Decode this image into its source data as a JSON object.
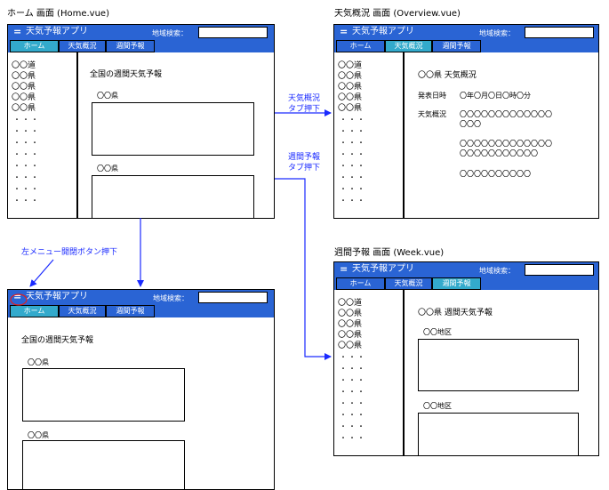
{
  "captions": {
    "home": "ホーム 画面 (Home.vue)",
    "overview": "天気概況 画面 (Overview.vue)",
    "week": "週間予報 画面 (Week.vue)"
  },
  "app": {
    "menu_icon": "=",
    "title": "天気予報アプリ",
    "search_label": "地域検索：",
    "tabs": [
      "ホーム",
      "天気概況",
      "週間予報"
    ]
  },
  "sidebar": {
    "items": [
      "〇〇道",
      "〇〇県",
      "〇〇県",
      "〇〇県",
      "〇〇県"
    ],
    "week_items": [
      "〇〇道",
      "〇〇県",
      "〇〇県",
      "〇〇県",
      "〇〇県"
    ],
    "dots": "・・・"
  },
  "home": {
    "heading": "全国の週間天気予報",
    "card1_label": "〇〇県",
    "card2_label": "〇〇県"
  },
  "overview": {
    "heading": "〇〇県 天気概況",
    "date_label": "発表日時",
    "date_value": "〇年〇月〇日〇時〇分",
    "summary_label": "天気概況",
    "lines": [
      "〇〇〇〇〇〇〇〇〇〇〇〇〇",
      "〇〇〇",
      "〇〇〇〇〇〇〇〇〇〇〇〇〇",
      "〇〇〇〇〇〇〇〇〇〇〇",
      "〇〇〇〇〇〇〇〇〇〇"
    ]
  },
  "week": {
    "heading": "〇〇県 週間天気予報",
    "card1_label": "〇〇地区",
    "card2_label": "〇〇地区"
  },
  "collapsed": {
    "heading": "全国の週間天気予報",
    "card1_label": "〇〇県",
    "card2_label": "〇〇県"
  },
  "arrows": {
    "to_overview_1": "天気概況",
    "to_overview_2": "タブ押下",
    "to_week_1": "週間予報",
    "to_week_2": "タブ押下",
    "menu_toggle": "左メニュー開閉ボタン押下"
  },
  "colors": {
    "header": "#2a64d4",
    "active_tab": "#33aacc",
    "arrow": "#1a2aff",
    "highlight": "#e02020"
  }
}
